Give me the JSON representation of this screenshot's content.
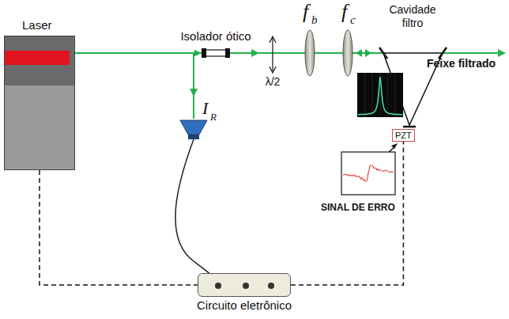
{
  "diagram": {
    "nodes": [
      {
        "text": [
          "Laser"
        ]
      },
      {
        "text": [
          "Isolador ótico"
        ]
      },
      {
        "text": [
          "PZT"
        ]
      },
      {
        "text": [
          "Circuito eletrônico"
        ]
      }
    ],
    "edges": [
      {
        "from": 0,
        "to": 1,
        "arrow": "to"
      },
      {
        "from": 0,
        "to": 3,
        "arrow": "none"
      },
      {
        "from": 3,
        "to": 2,
        "arrow": "none"
      }
    ],
    "labels": [
      "I",
      "R",
      "λ/2",
      "f",
      "b",
      "f",
      "c",
      "Cavidade filtro",
      "Feixe filtrado",
      "SINAL DE ERRO"
    ]
  }
}
